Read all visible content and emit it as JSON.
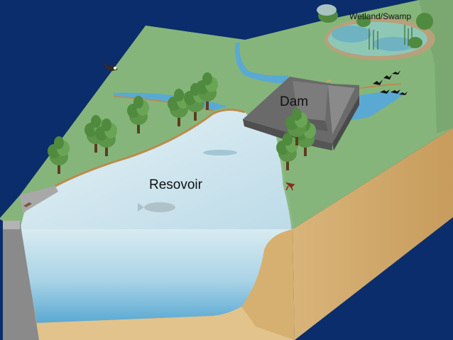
{
  "labels": {
    "wetland": "Wetland/Swamp",
    "dam": "Dam",
    "reservoir": "Resovoir"
  },
  "colors": {
    "background": "#0b2d6b",
    "grass": "#86b57b",
    "grass_dark": "#6f9f66",
    "soil": "#d4ac6e",
    "soil_dark": "#b98c4c",
    "water_top": "#c9e3ef",
    "water_side": "#7fbfdc",
    "dam": "#6a6a6a",
    "tree": "#4f8a3f"
  }
}
